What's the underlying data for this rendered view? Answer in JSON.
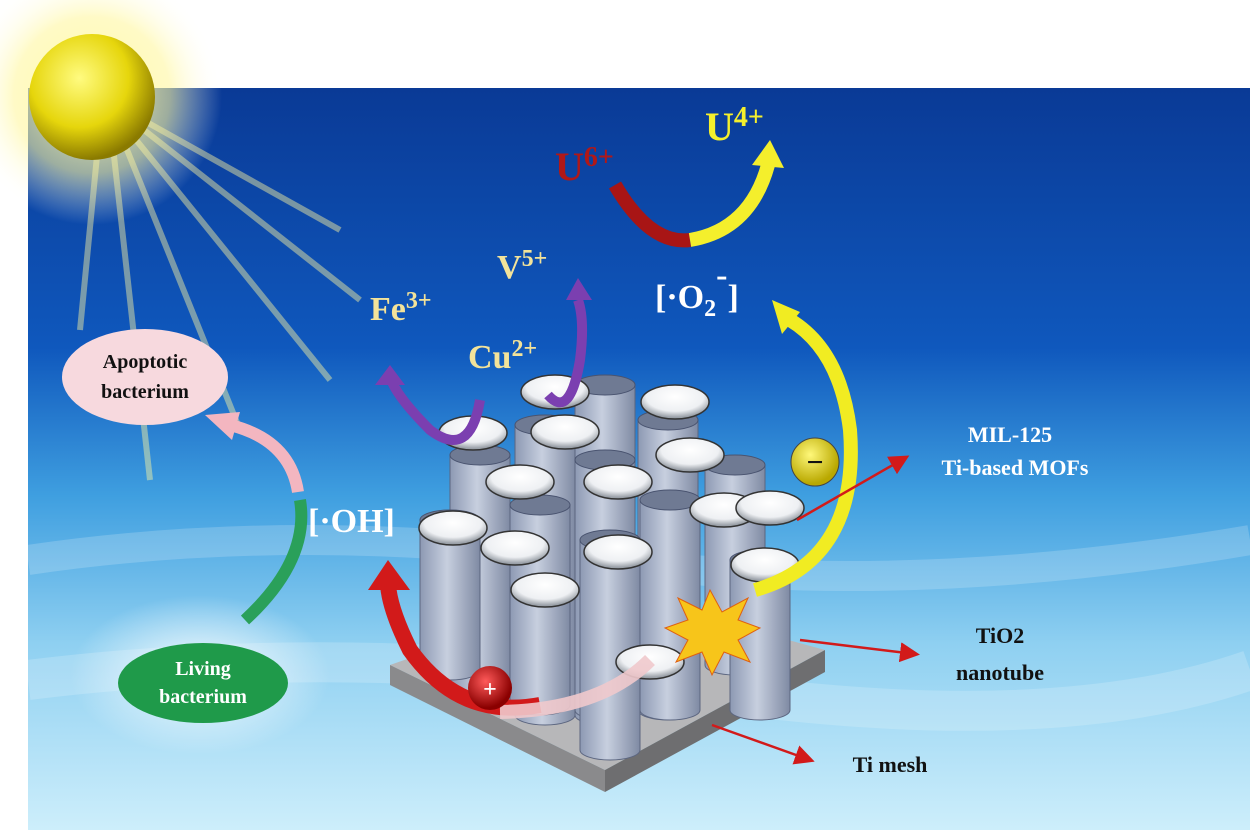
{
  "species": {
    "u6": {
      "base": "U",
      "sup": "6+"
    },
    "u4": {
      "base": "U",
      "sup": "4+"
    },
    "v5": {
      "base": "V",
      "sup": "5+"
    },
    "fe3": {
      "base": "Fe",
      "sup": "3+"
    },
    "cu2": {
      "base": "Cu",
      "sup": "2+"
    },
    "o2": {
      "open": "[·O",
      "sub": "2",
      "sup": "-",
      "close": "]"
    },
    "oh": "[·OH]"
  },
  "bacteria": {
    "apoptotic": [
      "Apoptotic",
      "bacterium"
    ],
    "living": [
      "Living",
      "bacterium"
    ]
  },
  "labels": {
    "mof": [
      "MIL-125",
      "Ti-based MOFs"
    ],
    "tio2": [
      "TiO2",
      "nanotube"
    ],
    "mesh": "Ti mesh"
  },
  "charges": {
    "electron": "−",
    "hole": "+"
  },
  "colors": {
    "ocean_deep": "#0b3f9e",
    "ocean_light": "#bfe6f7",
    "sun": "#f2e316",
    "ion_text": "#f3e39a",
    "u6": "#b01818",
    "u4": "#f4ef2c",
    "purple_arrow": "#7b3fb0",
    "yellow_arrow": "#f1ec22",
    "red_arrow": "#d21a1a",
    "living": "#1f9a4a",
    "apoptotic": "#f7d9de"
  }
}
